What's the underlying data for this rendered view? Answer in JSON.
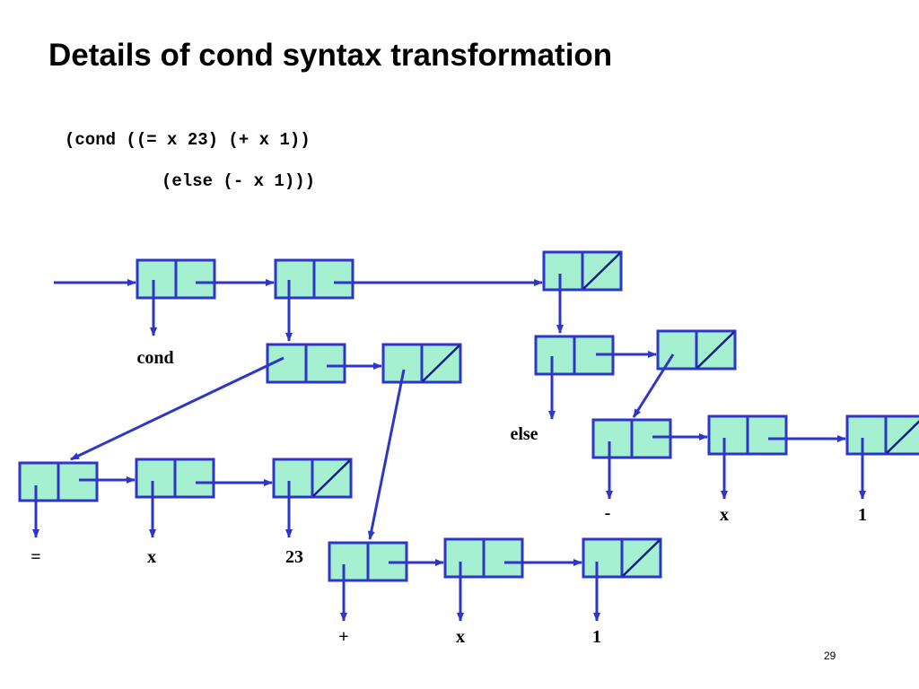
{
  "title": "Details of cond syntax transformation",
  "code": {
    "line1": "(cond ((= x 23) (+ x 1))",
    "line2": "(else (- x 1)))"
  },
  "diagram": {
    "labels": {
      "cond": "cond",
      "else": "else",
      "eq": "=",
      "x1": "x",
      "n23": "23",
      "minus": "-",
      "x2": "x",
      "one1": "1",
      "plus": "+",
      "x3": "x",
      "one2": "1"
    }
  },
  "slide_number": "29",
  "colors": {
    "cell_fill": "#a4f0d0",
    "cell_border": "#2e36c9",
    "arrow": "#2e36c9"
  }
}
